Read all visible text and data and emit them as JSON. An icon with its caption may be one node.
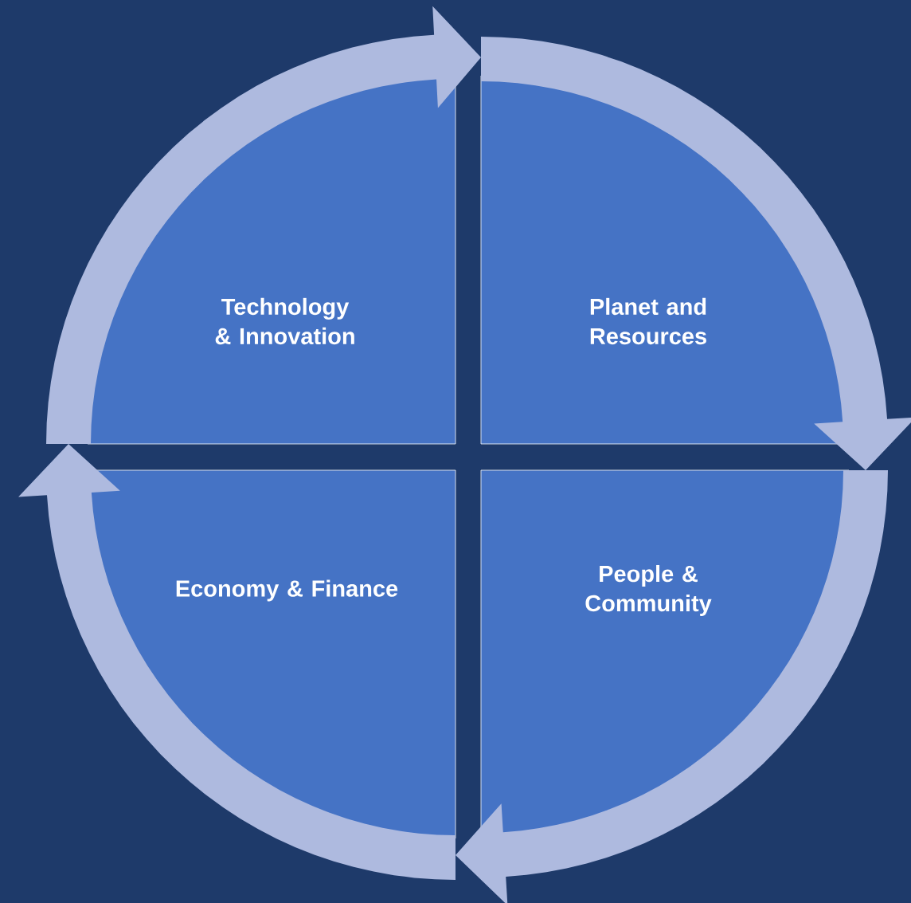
{
  "diagram": {
    "nodes": [
      {
        "text": [
          "Technology & Innovation"
        ]
      },
      {
        "text": [
          "Planet and Resources"
        ]
      },
      {
        "text": [
          "People & Community"
        ]
      },
      {
        "text": [
          "Economy & Finance"
        ]
      }
    ],
    "edges": [
      {
        "from": 0,
        "to": 1,
        "arrow": "to"
      },
      {
        "from": 1,
        "to": 2,
        "arrow": "to"
      },
      {
        "from": 2,
        "to": 3,
        "arrow": "to"
      },
      {
        "from": 3,
        "to": 0,
        "arrow": "to"
      }
    ]
  }
}
